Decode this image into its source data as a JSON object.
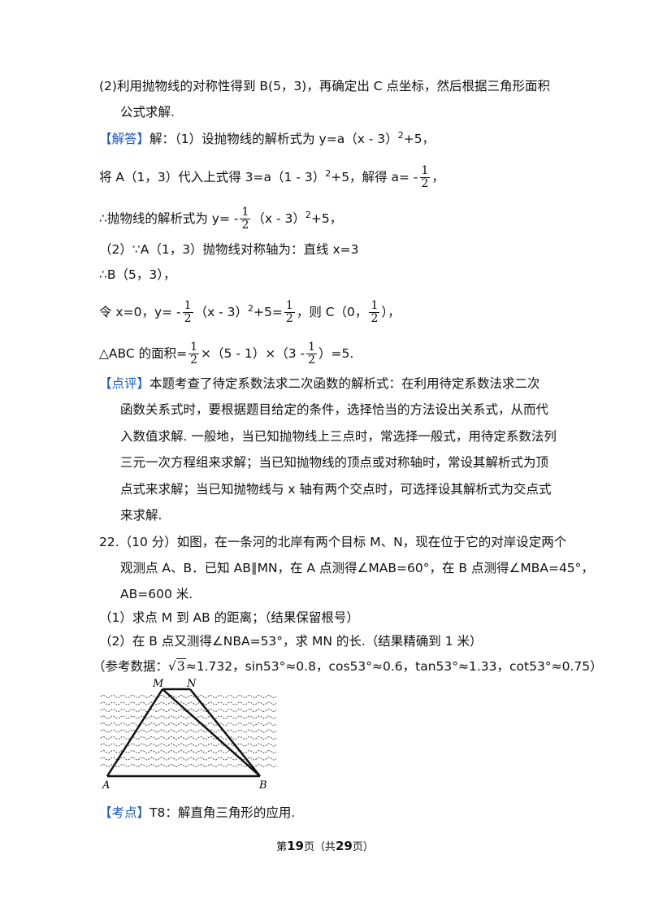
{
  "lines": {
    "l1": "(2)利用抛物线的对称性得到 B(5，3)，再确定出 C 点坐标，然后根据三角形面积",
    "l2": "公式求解.",
    "l3_tag": "【解答】",
    "l3": "解：（1）设抛物线的解析式为 y=a（x - 3）",
    "l3_exp": "2",
    "l3_tail": "+5，",
    "l4_a": "将 A（1，3）代入上式得 3=a（1 - 3）",
    "l4_exp": "2",
    "l4_b": "+5，解得 a= -",
    "l4_end": "，",
    "l5_a": "∴抛物线的解析式为 y= -",
    "l5_b": "（x - 3）",
    "l5_exp": "2",
    "l5_c": "+5，",
    "l6": "（2）∵A（1，3）抛物线对称轴为：直线 x=3",
    "l7": "∴B（5，3），",
    "l8_a": "令 x=0，y= -",
    "l8_b": "（x - 3）",
    "l8_exp": "2",
    "l8_c": "+5=",
    "l8_d": "，则 C（0，",
    "l8_e": "），",
    "l9_a": "△ABC 的面积=",
    "l9_b": "×（5 - 1）×（3 -",
    "l9_c": "）=5.",
    "comment_tag": "【点评】",
    "comment_1": "本题考查了待定系数法求二次函数的解析式：在利用待定系数法求二次",
    "comment_2": "函数关系式时，要根据题目给定的条件，选择恰当的方法设出关系式，从而代",
    "comment_3": "入数值求解. 一般地，当已知抛物线上三点时，常选择一般式，用待定系数法列",
    "comment_4": "三元一次方程组来求解；当已知抛物线的顶点或对称轴时，常设其解析式为顶",
    "comment_5": "点式来求解；当已知抛物线与 x 轴有两个交点时，可选择设其解析式为交点式",
    "comment_6": "来求解.",
    "q22_1": "22.（10 分）如图，在一条河的北岸有两个目标 M、N，现在位于它的对岸设定两个",
    "q22_2": "观测点 A、B．已知 AB∥MN，在 A 点测得∠MAB=60°，在 B 点测得∠MBA=45°，",
    "q22_3": "AB=600 米.",
    "q22_4": "（1）求点 M 到 AB 的距离；（结果保留根号）",
    "q22_5": "（2）在 B 点又测得∠NBA=53°，求 MN 的长.（结果精确到 1 米）",
    "ref_a": "（参考数据：",
    "ref_b": "≈1.732，sin53°≈0.8，cos53°≈0.6，tan53°≈1.33，cot53°≈0.75）",
    "kaodian_tag": "【考点】",
    "kaodian": "T8：解直角三角形的应用."
  },
  "fractions": {
    "half_num": "1",
    "half_den": "2"
  },
  "sqrt3": {
    "sign": "√",
    "rad": "3"
  },
  "figure": {
    "label_M": "M",
    "label_N": "N",
    "label_A": "A",
    "label_B": "B"
  },
  "footer": {
    "pre": "第",
    "page": "19",
    "mid": "页（共",
    "total": "29",
    "post": "页）"
  }
}
